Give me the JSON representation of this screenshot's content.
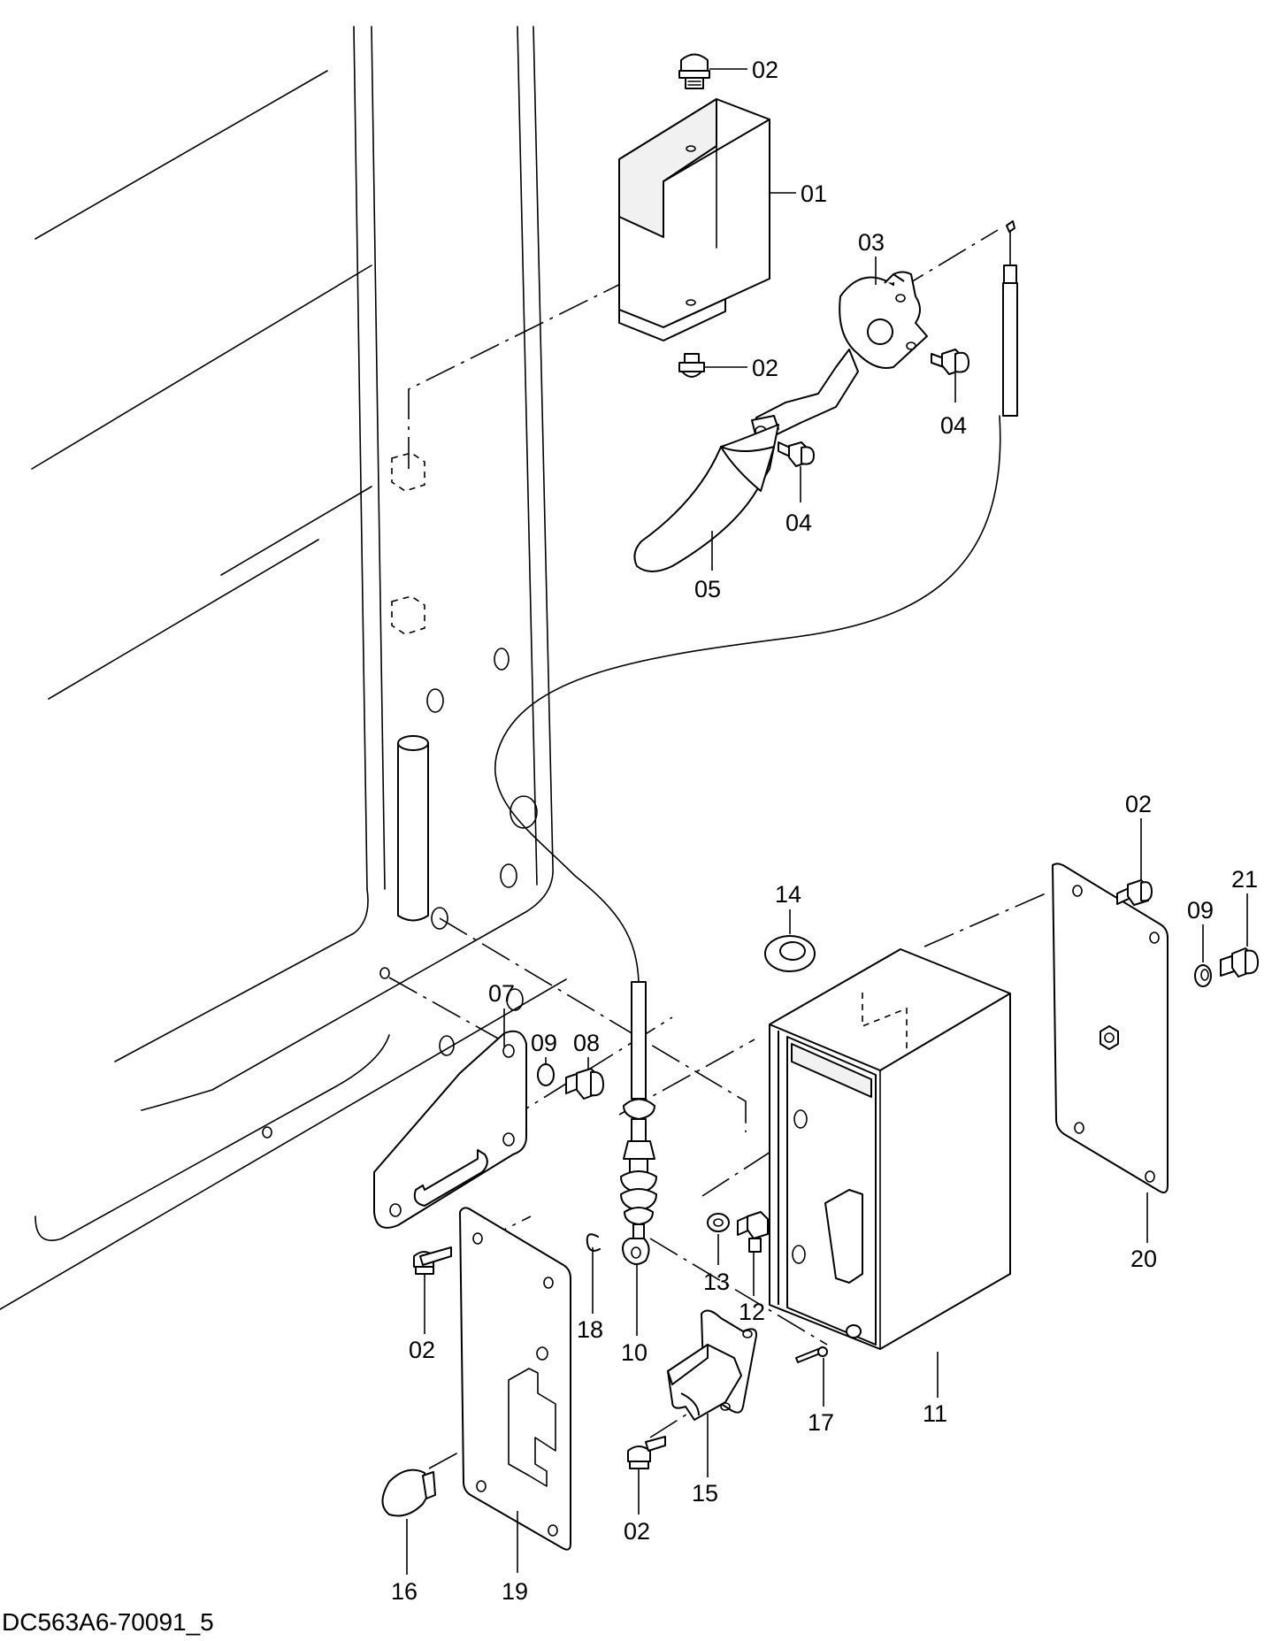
{
  "drawing_code": "DC563A6-70091_5",
  "part_labels": {
    "p01": "01",
    "p02_top": "02",
    "p02_mid": "02",
    "p02_right": "02",
    "p02_left": "02",
    "p02_bottom": "02",
    "p03": "03",
    "p04_right": "04",
    "p04_left": "04",
    "p05": "05",
    "p07": "07",
    "p08": "08",
    "p09_left": "09",
    "p09_right": "09",
    "p10": "10",
    "p11": "11",
    "p12": "12",
    "p13": "13",
    "p14": "14",
    "p15": "15",
    "p16": "16",
    "p17": "17",
    "p18": "18",
    "p19": "19",
    "p20": "20",
    "p21": "21"
  },
  "colors": {
    "line": "#000000",
    "background": "#ffffff",
    "face_shade": "#f1f1f1"
  }
}
